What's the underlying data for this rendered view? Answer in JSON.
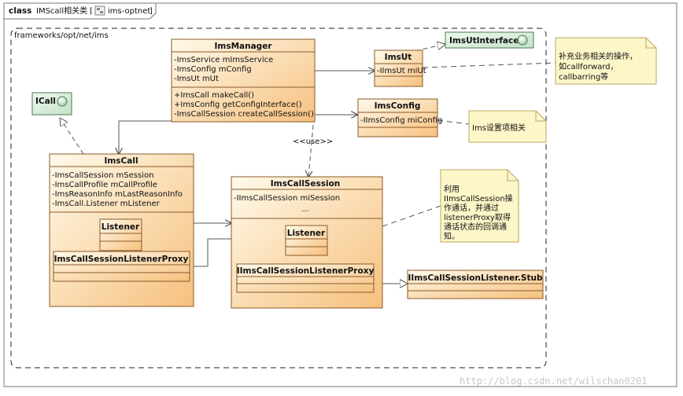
{
  "frame": {
    "keyword": "class",
    "name": "IMScall相关类",
    "project": "ims-optnet"
  },
  "package": {
    "path": "frameworks/opt/net/ims"
  },
  "classes": {
    "ims_manager": {
      "name": "ImsManager",
      "attributes": [
        "-ImsService mImsService",
        "-ImsConfig mConfig",
        "-ImsUt mUt"
      ],
      "operations": [
        "+ImsCall makeCall()",
        "+ImsConfig getConfigInterface()",
        "-ImsCallSession createCallSession()"
      ]
    },
    "ims_ut": {
      "name": "ImsUt",
      "attributes": [
        "-IImsUt miUt"
      ]
    },
    "ims_ut_interface": {
      "name": "ImsUtInterface"
    },
    "ims_config": {
      "name": "ImsConfig",
      "attributes": [
        "-IImsConfig miConfig"
      ]
    },
    "icall": {
      "name": "ICall"
    },
    "ims_call": {
      "name": "ImsCall",
      "attributes": [
        "-ImsCallSession mSession",
        "-ImsCallProfile mCallProfile",
        "-ImsReasonInfo mLastReasonInfo",
        "-ImsCall.Listener mListener"
      ],
      "inner_listener": "Listener",
      "inner_proxy": "ImsCallSessionListenerProxy"
    },
    "ims_call_session": {
      "name": "ImsCallSession",
      "attributes": [
        "-IImsCallSession miSession",
        "..."
      ],
      "inner_listener": "Listener",
      "inner_proxy": "IImsCallSessionListenerProxy"
    },
    "stub": {
      "name": "IImsCallSessionListener.Stub"
    }
  },
  "stereotype_use": "<<use>>",
  "notes": {
    "ut_note": [
      "补充业务相关的操作，",
      "如callforward，",
      "callbarring等"
    ],
    "config_note": [
      "Ims设置项相关"
    ],
    "session_note": [
      "利用",
      "IImsCallSession操",
      "作通话，并通过",
      "listenerProxy取得",
      "通话状态的回调通",
      "知。"
    ]
  },
  "watermark": "http://blog.csdn.net/wilschan0201",
  "colors": {
    "class_fill_top": "#fff7e0",
    "class_fill_bottom": "#f8c98a",
    "class_border": "#7a4a1a",
    "interface_fill": "#d9eedb",
    "note_fill": "#fdf6c9",
    "line": "#555555"
  }
}
